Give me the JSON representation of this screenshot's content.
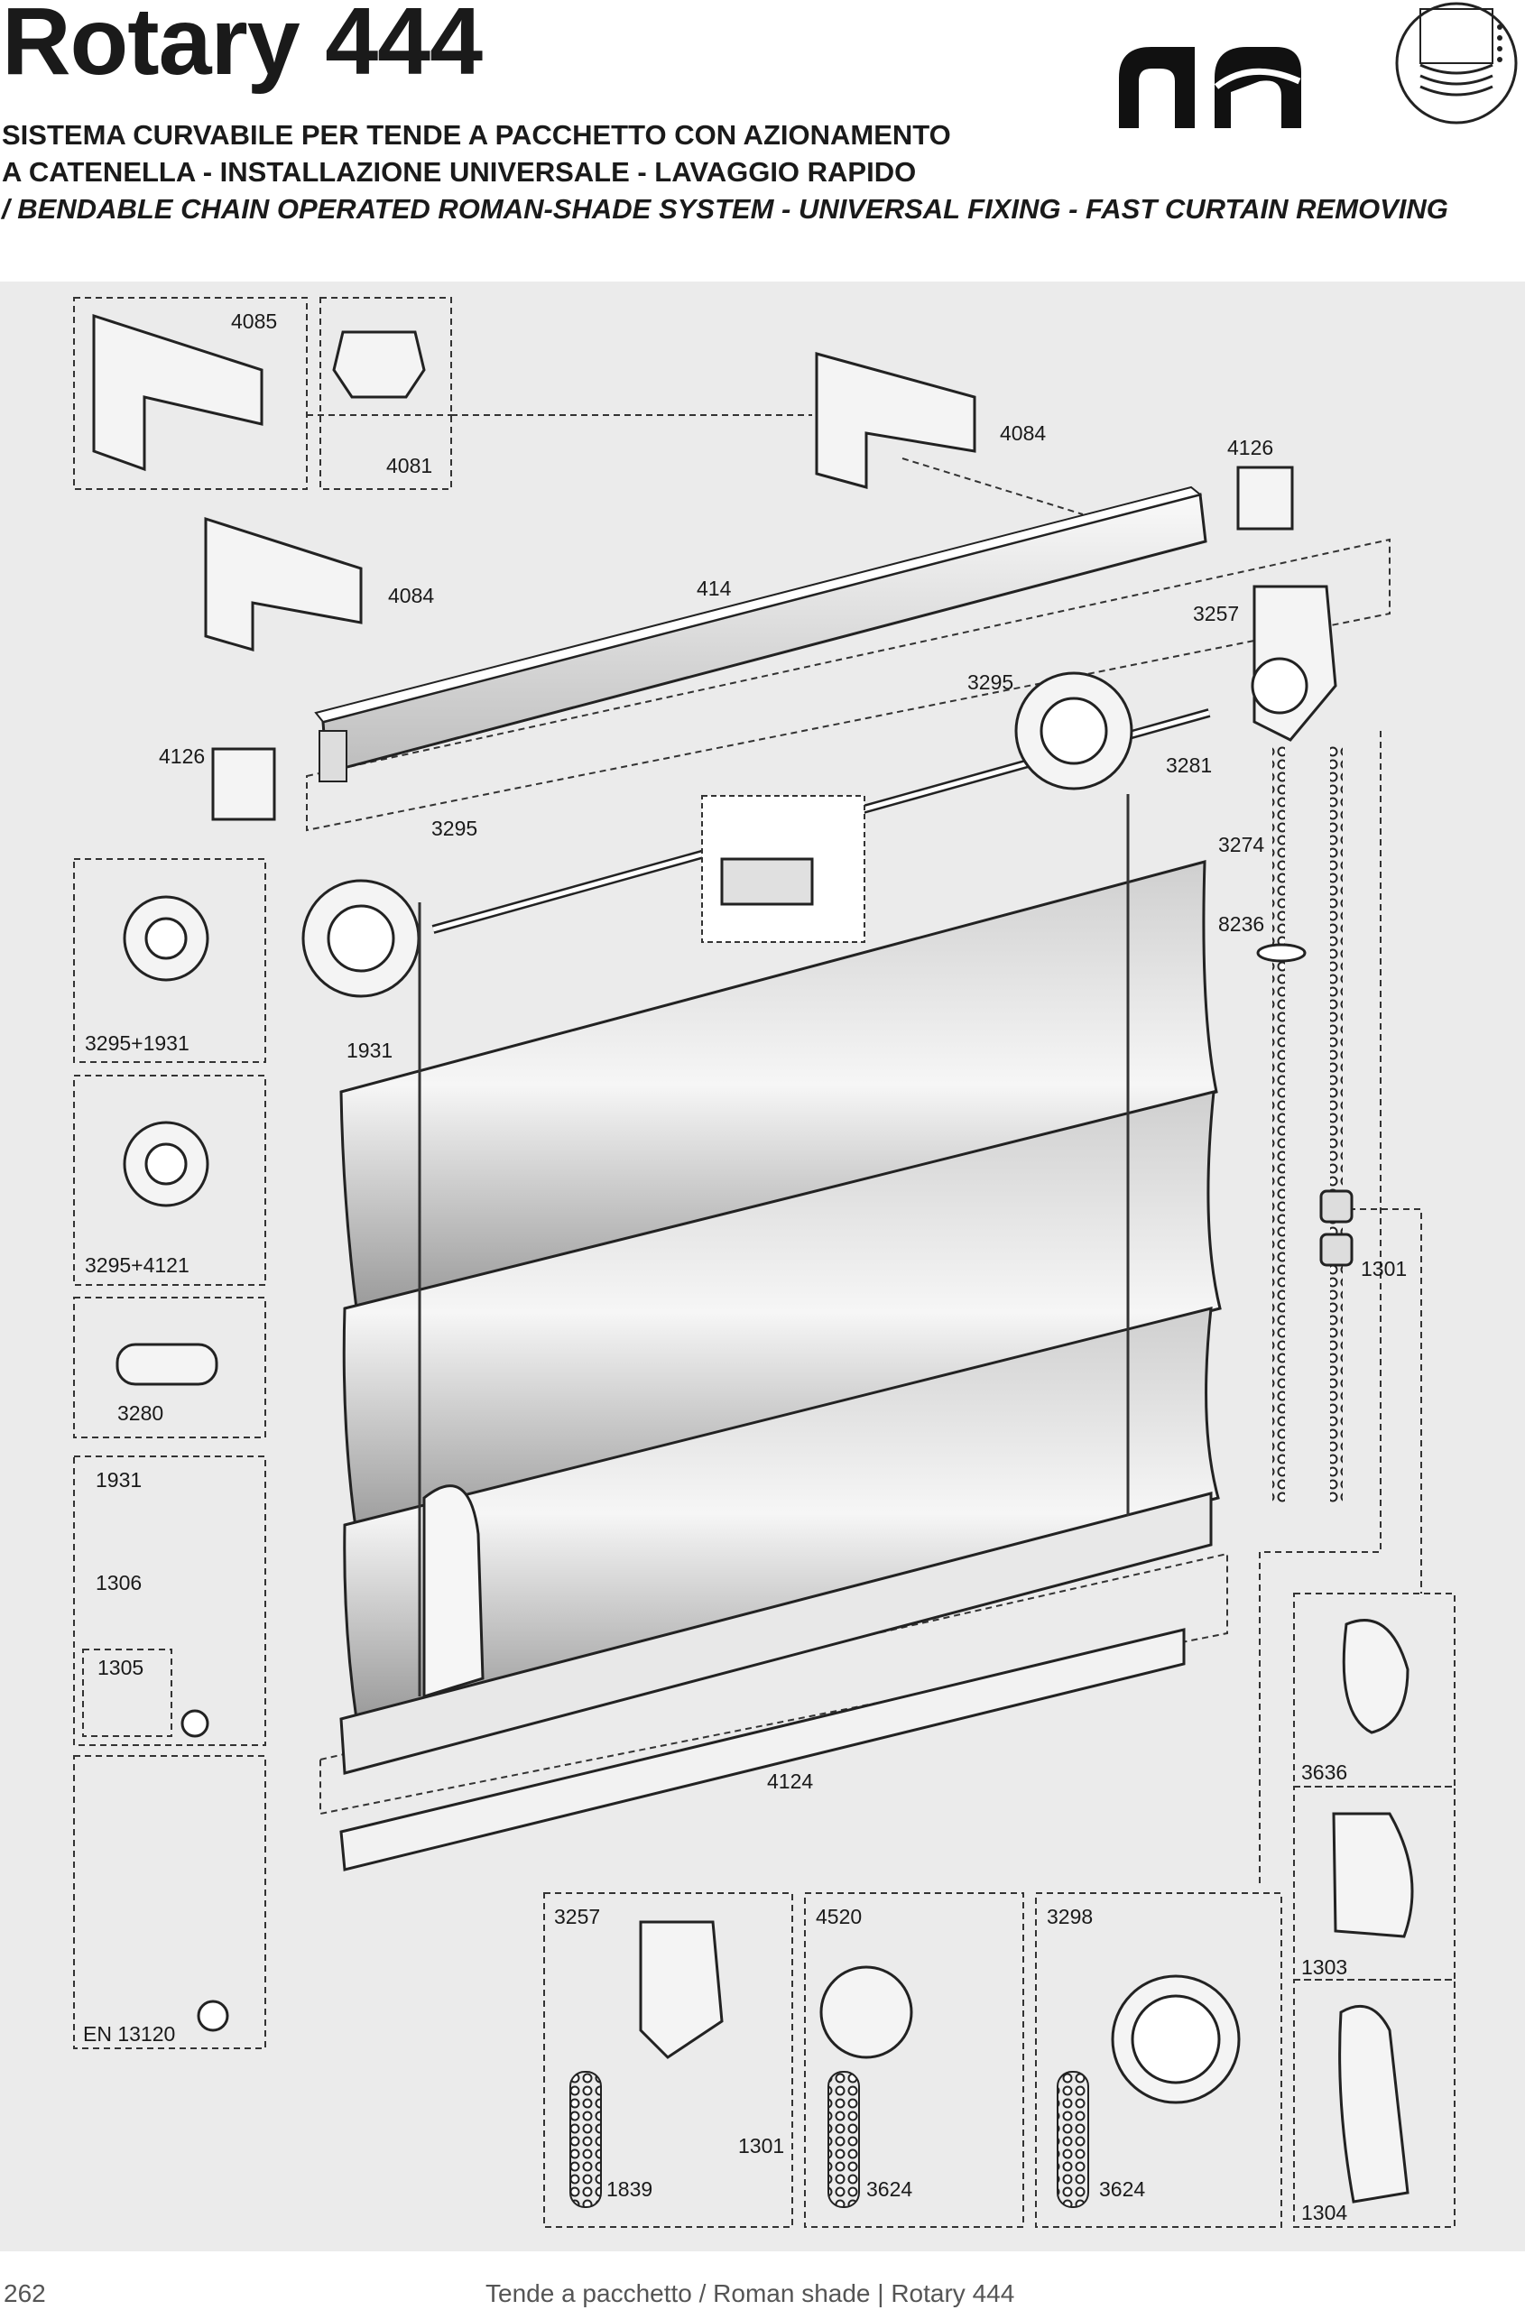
{
  "header": {
    "title": "Rotary 444",
    "subtitle_line1": "SISTEMA CURVABILE PER TENDE A PACCHETTO CON AZIONAMENTO",
    "subtitle_line2": "A CATENELLA - INSTALLAZIONE UNIVERSALE - LAVAGGIO RAPIDO",
    "subtitle_line3": "/ BENDABLE CHAIN OPERATED ROMAN-SHADE SYSTEM - UNIVERSAL FIXING - FAST CURTAIN REMOVING"
  },
  "icons": {
    "brand_logo": "brand-logo-icon",
    "roman_shade_badge": "roman-shade-icon"
  },
  "parts": {
    "p4085": "4085",
    "p4081": "4081",
    "p4084a": "4084",
    "p4084b": "4084",
    "p4126a": "4126",
    "p4126b": "4126",
    "p414": "414",
    "p3257a": "3257",
    "p3295a": "3295",
    "p3295b": "3295",
    "p3281": "3281",
    "p3274": "3274",
    "p8236": "8236",
    "p1931a": "1931",
    "p1301a": "1301",
    "inset_3295_1931": "3295+1931",
    "inset_3295_4121": "3295+4121",
    "p3280": "3280",
    "p1931b": "1931",
    "p1306": "1306",
    "p1305": "1305",
    "en13120": "EN 13120",
    "p4124": "4124",
    "p3636": "3636",
    "p1303": "1303",
    "p1304": "1304",
    "p3257b": "3257",
    "p4520": "4520",
    "p3298": "3298",
    "p1839": "1839",
    "p1301b": "1301",
    "p3624a": "3624",
    "p3624b": "3624"
  },
  "footer": {
    "page_number": "262",
    "text": "Tende a pacchetto / Roman shade | Rotary 444"
  }
}
